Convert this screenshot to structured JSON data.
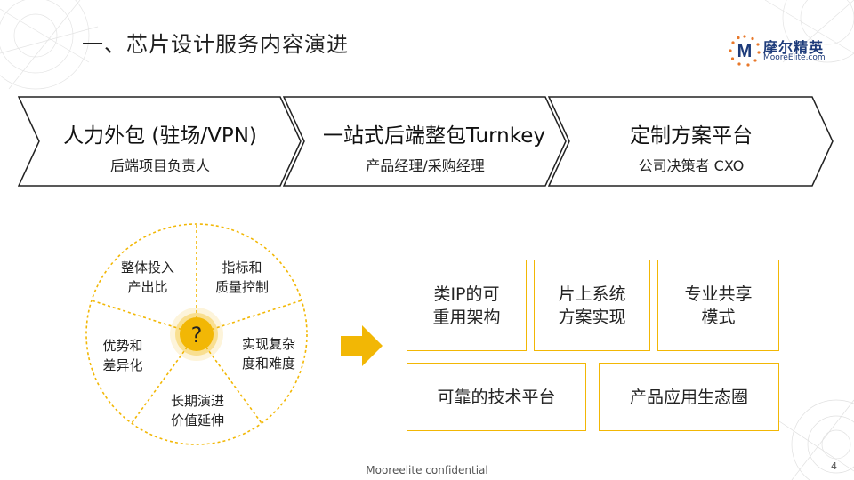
{
  "slide": {
    "title": "一、芯片设计服务内容演进",
    "logo": {
      "name_cn": "摩尔精英",
      "url_text": "MooreElite.com",
      "mark": "M",
      "icon": "moore-elite-logo"
    },
    "footer": "Mooreelite confidential",
    "page_number": "4"
  },
  "stages": [
    {
      "title": "人力外包 (驻场/VPN)",
      "subtitle": "后端项目负责人"
    },
    {
      "title": "一站式后端整包Turnkey",
      "subtitle": "产品经理/采购经理"
    },
    {
      "title": "定制方案平台",
      "subtitle": "公司决策者 CXO"
    }
  ],
  "wheel": {
    "center_symbol": "?",
    "segments": [
      {
        "line1": "整体投入",
        "line2": "产出比"
      },
      {
        "line1": "指标和",
        "line2": "质量控制"
      },
      {
        "line1": "实现复杂",
        "line2": "度和难度"
      },
      {
        "line1": "长期演进",
        "line2": "价值延伸"
      },
      {
        "line1": "优势和",
        "line2": "差异化"
      }
    ]
  },
  "outcomes": [
    {
      "line1": "类IP的可",
      "line2": "重用架构"
    },
    {
      "line1": "片上系统",
      "line2": "方案实现"
    },
    {
      "line1": "专业共享",
      "line2": "模式"
    },
    {
      "line1": "可靠的技术平台",
      "line2": ""
    },
    {
      "line1": "产品应用生态圈",
      "line2": ""
    }
  ],
  "colors": {
    "accent": "#f2b705",
    "chevron_fill": "#ffffff",
    "chevron_stroke": "#222222",
    "logo_blue": "#1d3b7a",
    "logo_orange": "#e8782a"
  }
}
